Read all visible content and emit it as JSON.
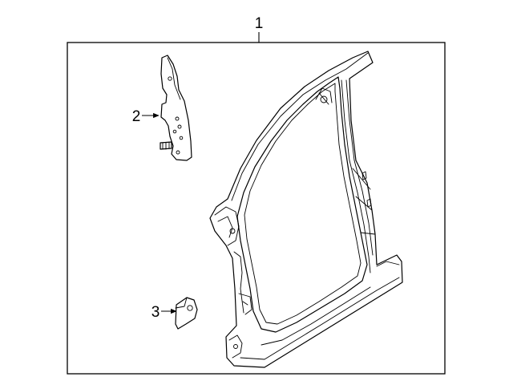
{
  "diagram": {
    "callouts": [
      {
        "label": "1",
        "part": "side-aperture-panel"
      },
      {
        "label": "2",
        "part": "hinge-reinforcement"
      },
      {
        "label": "3",
        "part": "mounting-bracket"
      }
    ],
    "colors": {
      "line": "#000000",
      "background": "#ffffff"
    }
  }
}
